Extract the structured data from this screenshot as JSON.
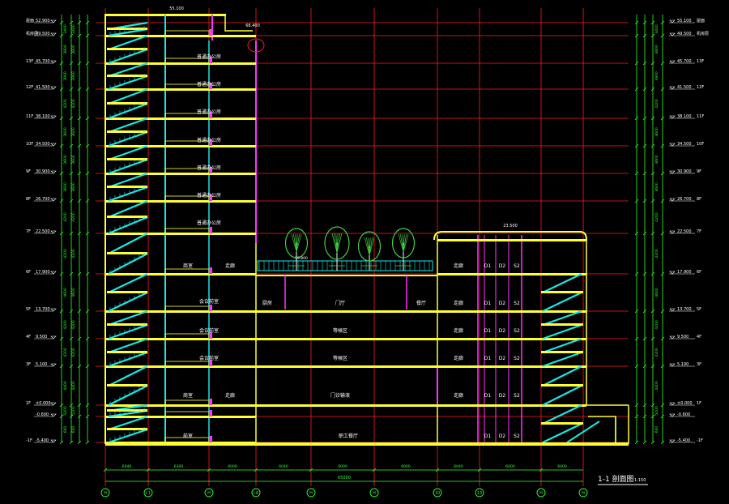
{
  "drawing": {
    "title": "1-1 剖面图",
    "scale": "1:150",
    "top_elevation": "55.100",
    "tower_label": "68.400",
    "podium_top_label": "23.500",
    "terrace_label": "19.800",
    "total_dim": "65000"
  },
  "left_levels": [
    {
      "name": "屋面",
      "elev": "52.900"
    },
    {
      "name": "机房层",
      "elev": "49.500"
    },
    {
      "name": "13F",
      "elev": "45.700"
    },
    {
      "name": "12F",
      "elev": "41.500"
    },
    {
      "name": "11F",
      "elev": "38.100"
    },
    {
      "name": "10F",
      "elev": "34.500"
    },
    {
      "name": "9F",
      "elev": "30.900"
    },
    {
      "name": "8F",
      "elev": "26.700"
    },
    {
      "name": "7F",
      "elev": "22.500"
    },
    {
      "name": "6F",
      "elev": "17.900"
    },
    {
      "name": "5F",
      "elev": "13.700"
    },
    {
      "name": "4F",
      "elev": "9.500"
    },
    {
      "name": "3F",
      "elev": "5.100"
    },
    {
      "name": "1F",
      "elev": "±0.000"
    },
    {
      "name": "",
      "elev": "-0.600"
    },
    {
      "name": "-1F",
      "elev": "-5.400"
    }
  ],
  "right_levels": [
    {
      "name": "屋面",
      "elev": "55.100"
    },
    {
      "name": "机房层",
      "elev": "49.500"
    },
    {
      "name": "13F",
      "elev": "45.700"
    },
    {
      "name": "12F",
      "elev": "41.500"
    },
    {
      "name": "11F",
      "elev": "38.100"
    },
    {
      "name": "10F",
      "elev": "34.500"
    },
    {
      "name": "9F",
      "elev": "30.900"
    },
    {
      "name": "8F",
      "elev": "26.700"
    },
    {
      "name": "7F",
      "elev": "22.500"
    },
    {
      "name": "6F",
      "elev": "17.900"
    },
    {
      "name": "5F",
      "elev": "13.700"
    },
    {
      "name": "4F",
      "elev": "9.500"
    },
    {
      "name": "3F",
      "elev": "5.100"
    },
    {
      "name": "1F",
      "elev": "±0.000"
    },
    {
      "name": "",
      "elev": "-0.600"
    },
    {
      "name": "-1F",
      "elev": "-5.400"
    }
  ],
  "floor_heights": [
    "3400",
    "3800",
    "3900",
    "4200",
    "3600",
    "3600",
    "3600",
    "4200",
    "4200",
    "4600",
    "4200",
    "4200",
    "4400",
    "5100",
    "600",
    "4800"
  ],
  "axis_labels": [
    "H",
    "I-1",
    "H",
    "I-6",
    "H",
    "H",
    "10",
    "13",
    "H",
    "H"
  ],
  "bay_dims": [
    "6040",
    "6300",
    "6000",
    "6040",
    "9000",
    "9000",
    "6040",
    "6000",
    "6000"
  ],
  "room_labels": {
    "office": "普通办公房",
    "office_row": [
      "普通办公房",
      "普通办公房",
      "普通办公房",
      "普通办公房",
      "普通办公房",
      "普通办公房",
      "普通办公房"
    ],
    "shop": "商室",
    "corridor": "走廊",
    "conference": "会议前室",
    "conference2": "会议前室",
    "conference3": "会议前室",
    "kitchen": "厨房",
    "hall": "门厅",
    "dining": "餐厅",
    "lobby1": "等候区",
    "lobby2": "等候区",
    "entry_hall": "门诊输液",
    "front": "前室",
    "staff_hall": "职工餐厅",
    "d1": "D1",
    "d2": "D2",
    "s2": "S2"
  },
  "colors": {
    "grid_red": "#ff1a1a",
    "slab_yellow": "#ffff33",
    "stair_cyan": "#19e6e6",
    "wall_magenta": "#ff33ff",
    "dim_green": "#33ff33",
    "text_white": "#ffffff",
    "tree_green": "#3fcf3f"
  }
}
